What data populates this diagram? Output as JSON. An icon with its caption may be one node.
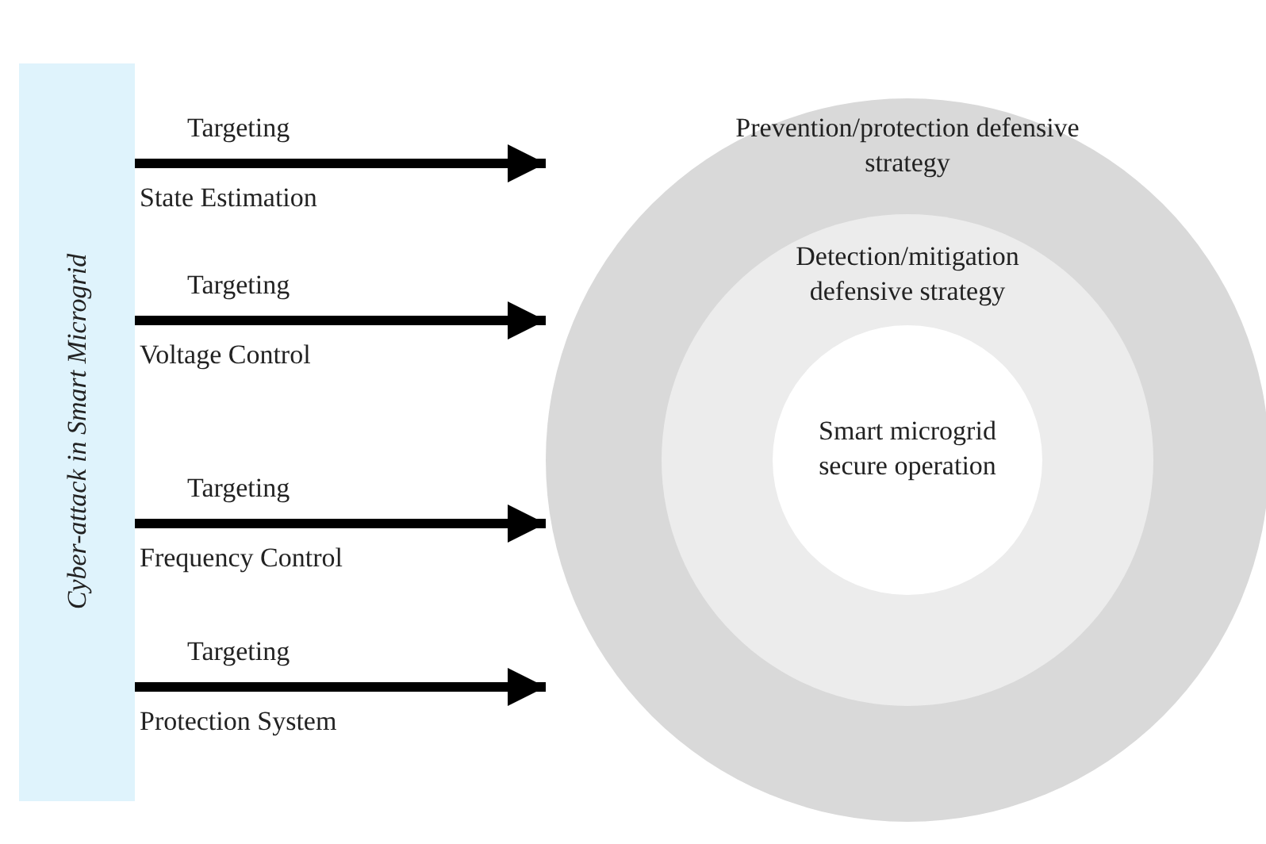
{
  "diagram": {
    "nodes": [
      {
        "text": [
          "Cyber-attack in Smart Microgrid"
        ]
      },
      {
        "text": [
          "Prevention/protection defensive strategy"
        ]
      },
      {
        "text": [
          "Detection/mitigation defensive strategy"
        ],
        "in": 1
      },
      {
        "text": [
          "Smart microgrid secure operation"
        ],
        "in": 2
      }
    ],
    "edges": [
      {
        "from": 0,
        "to": 1,
        "arrow": "to",
        "label": "Targeting State Estimation"
      },
      {
        "from": 0,
        "to": 1,
        "arrow": "to",
        "label": "Targeting Voltage Control"
      },
      {
        "from": 0,
        "to": 1,
        "arrow": "to",
        "label": "Targeting Frequency Control"
      },
      {
        "from": 0,
        "to": 1,
        "arrow": "to",
        "label": "Targeting Protection System"
      }
    ]
  }
}
